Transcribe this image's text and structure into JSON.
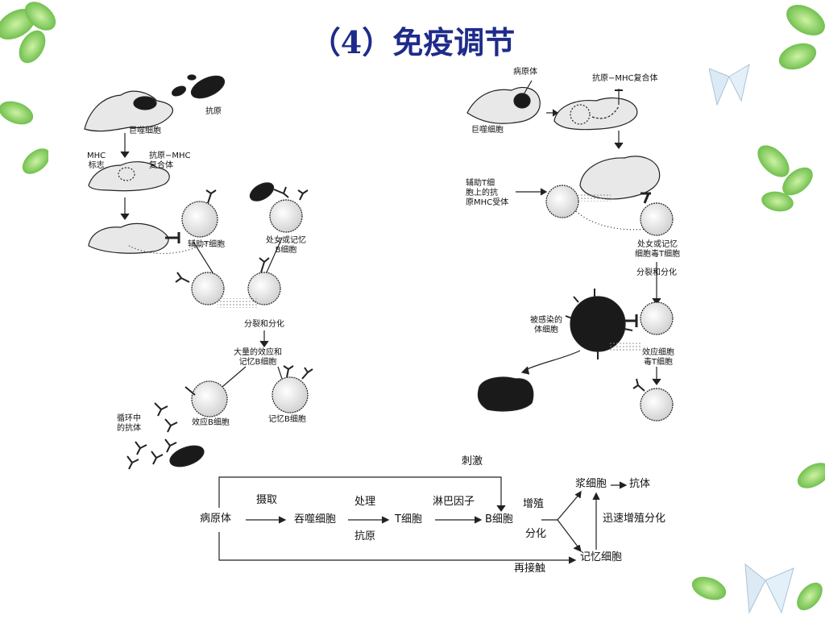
{
  "title": "（4）免疫调节",
  "humoral": {
    "antigen": "抗原",
    "macrophage": "巨噬细胞",
    "mhc_marker": "MHC\n标志",
    "antigen_mhc_complex": "抗原−MHC\n复合体",
    "helper_t": "辅助T细胞",
    "virgin_memory_b": "处女或记忆\nB细胞",
    "divide_differentiate": "分裂和分化",
    "effector_memory_b": "大量的效应和\n记忆B细胞",
    "circulating_antibody": "循环中\n的抗体",
    "effector_b": "效应B细胞",
    "memory_b": "记忆B细胞"
  },
  "cellular": {
    "pathogen": "病原体",
    "antigen_mhc_complex": "抗原−MHC复合体",
    "macrophage": "巨噬细胞",
    "helper_t_receptor": "辅助T细\n胞上的抗\n原MHC受体",
    "virgin_memory_tc": "处女或记忆\n细胞毒T细胞",
    "divide_differentiate": "分裂和分化",
    "infected_cell": "被感染的\n体细胞",
    "effector_tc": "效应细胞\n毒T细胞"
  },
  "flowchart": {
    "stimulate": "刺激",
    "pathogen": "病原体",
    "uptake": "摄取",
    "phagocyte": "吞噬细胞",
    "process": "处理",
    "antigen": "抗原",
    "t_cell": "T细胞",
    "lymphokine": "淋巴因子",
    "b_cell": "B细胞",
    "proliferate": "增殖",
    "differentiate": "分化",
    "plasma_cell": "浆细胞",
    "antibody": "抗体",
    "memory_cell": "记忆细胞",
    "rapid_prolif": "迅速增殖分化",
    "recontact": "再接触"
  },
  "colors": {
    "title": "#1f2b8a",
    "cell_fill": "#f2f2f2",
    "dark_cell": "#1a1a1a",
    "leaf": "#7ccf4a"
  }
}
